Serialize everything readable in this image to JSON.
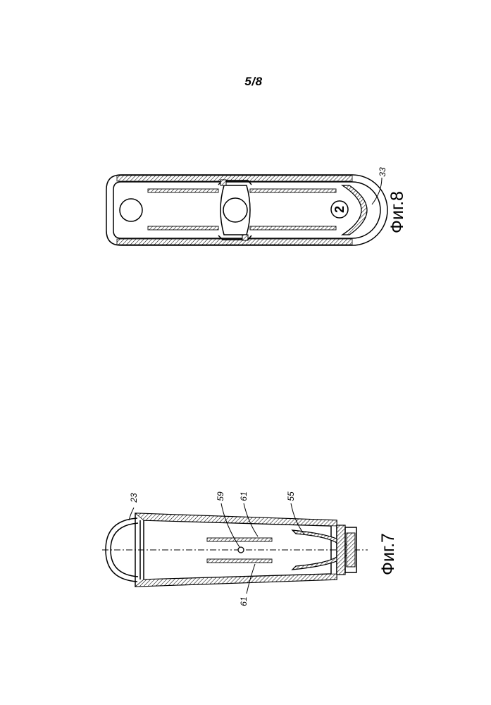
{
  "page": {
    "sheet_number": "5/8"
  },
  "figure7": {
    "caption": "Фиг.7",
    "refs": {
      "r23": "23",
      "r59": "59",
      "r61_top": "61",
      "r55": "55",
      "r61_bottom": "61"
    }
  },
  "figure8": {
    "caption": "Фиг.8",
    "refs": {
      "r33": "33"
    },
    "marking": "2"
  },
  "colors": {
    "ink": "#000000",
    "paper": "#ffffff"
  }
}
